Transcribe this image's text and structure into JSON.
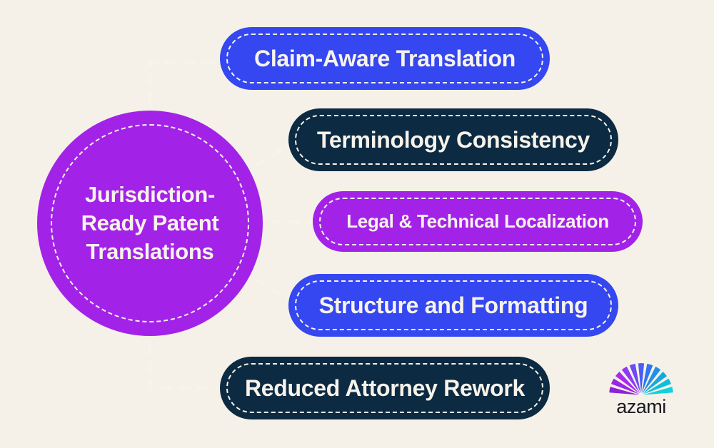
{
  "theme": {
    "background": "#F5F1E8",
    "cream": "#F7F3EA",
    "purple": "#A322E8",
    "blue": "#3447F0",
    "navy": "#0C2A42",
    "dash_color": "#F7F3EA"
  },
  "hub": {
    "label": "Jurisdiction-Ready Patent Translations",
    "color": "#A322E8"
  },
  "nodes": [
    {
      "label": "Claim-Aware Translation",
      "color": "#3447F0",
      "connector": "elbow-up"
    },
    {
      "label": "Terminology Consistency",
      "color": "#0C2A42",
      "connector": "diagonal-up"
    },
    {
      "label": "Legal & Technical Localization",
      "color": "#A322E8",
      "connector": "straight"
    },
    {
      "label": "Structure and Formatting",
      "color": "#3447F0",
      "connector": "diagonal-down"
    },
    {
      "label": "Reduced Attorney Rework",
      "color": "#0C2A42",
      "connector": "elbow-down"
    }
  ],
  "logo": {
    "wordmark": "azami",
    "mark_name": "azami-fan-logo",
    "ray_colors": [
      "#8E23D6",
      "#9A25E2",
      "#A62BEE",
      "#8F3BF0",
      "#6B4BF4",
      "#4A5CF6",
      "#2F74F2",
      "#1E90EA",
      "#15A8DE",
      "#10BEDA",
      "#0FD2DE"
    ]
  }
}
